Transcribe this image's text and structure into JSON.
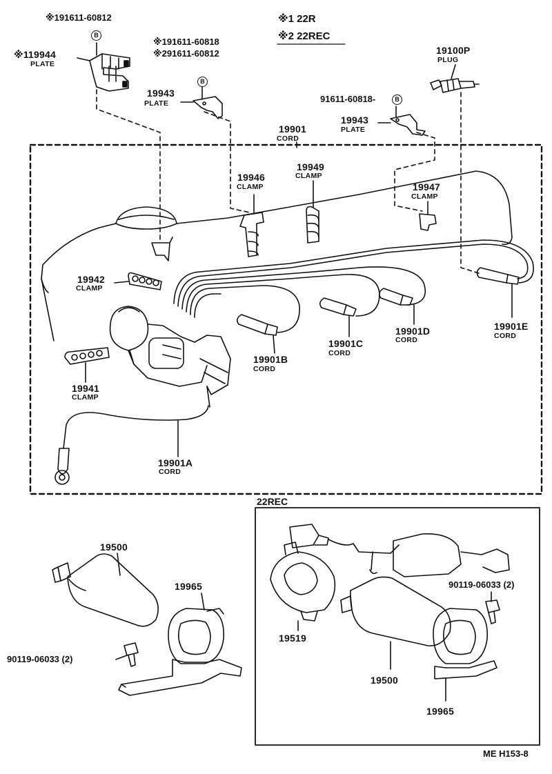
{
  "legend": {
    "row1": {
      "mark": "※1",
      "text": "22R"
    },
    "row2": {
      "mark": "※2",
      "text": "22REC"
    }
  },
  "labels": {
    "p_60812_top": "※191611-60812",
    "p_19944": "※119944",
    "p_19944_name": "PLATE",
    "p_60818_a": "※191611-60818",
    "p_60812_b": "※291611-60812",
    "p_19943_a": "19943",
    "p_19943_a_name": "PLATE",
    "p_60818_b": "91611-60818-",
    "p_19943_b": "19943",
    "p_19943_b_name": "PLATE",
    "p_19100p": "19100P",
    "p_19100p_name": "PLUG",
    "p_19901": "19901",
    "p_19901_name": "CORD",
    "p_19946": "19946",
    "p_19946_name": "CLAMP",
    "p_19949": "19949",
    "p_19949_name": "CLAMP",
    "p_19947": "19947",
    "p_19947_name": "CLAMP",
    "p_19942": "19942",
    "p_19942_name": "CLAMP",
    "p_19941": "19941",
    "p_19941_name": "CLAMP",
    "p_19901a": "19901A",
    "p_19901a_name": "CORD",
    "p_19901b": "19901B",
    "p_19901b_name": "CORD",
    "p_19901c": "19901C",
    "p_19901c_name": "CORD",
    "p_19901d": "19901D",
    "p_19901d_name": "CORD",
    "p_19901e": "19901E",
    "p_19901e_name": "CORD",
    "p_19500_left": "19500",
    "p_19965_left": "19965",
    "p_90119_left": "90119-06033 (2)",
    "box_title": "22REC",
    "p_19519": "19519",
    "p_19500_right": "19500",
    "p_19965_right": "19965",
    "p_90119_right": "90119-06033 (2)",
    "badge": "B",
    "ref_code": "ME H153-8"
  }
}
